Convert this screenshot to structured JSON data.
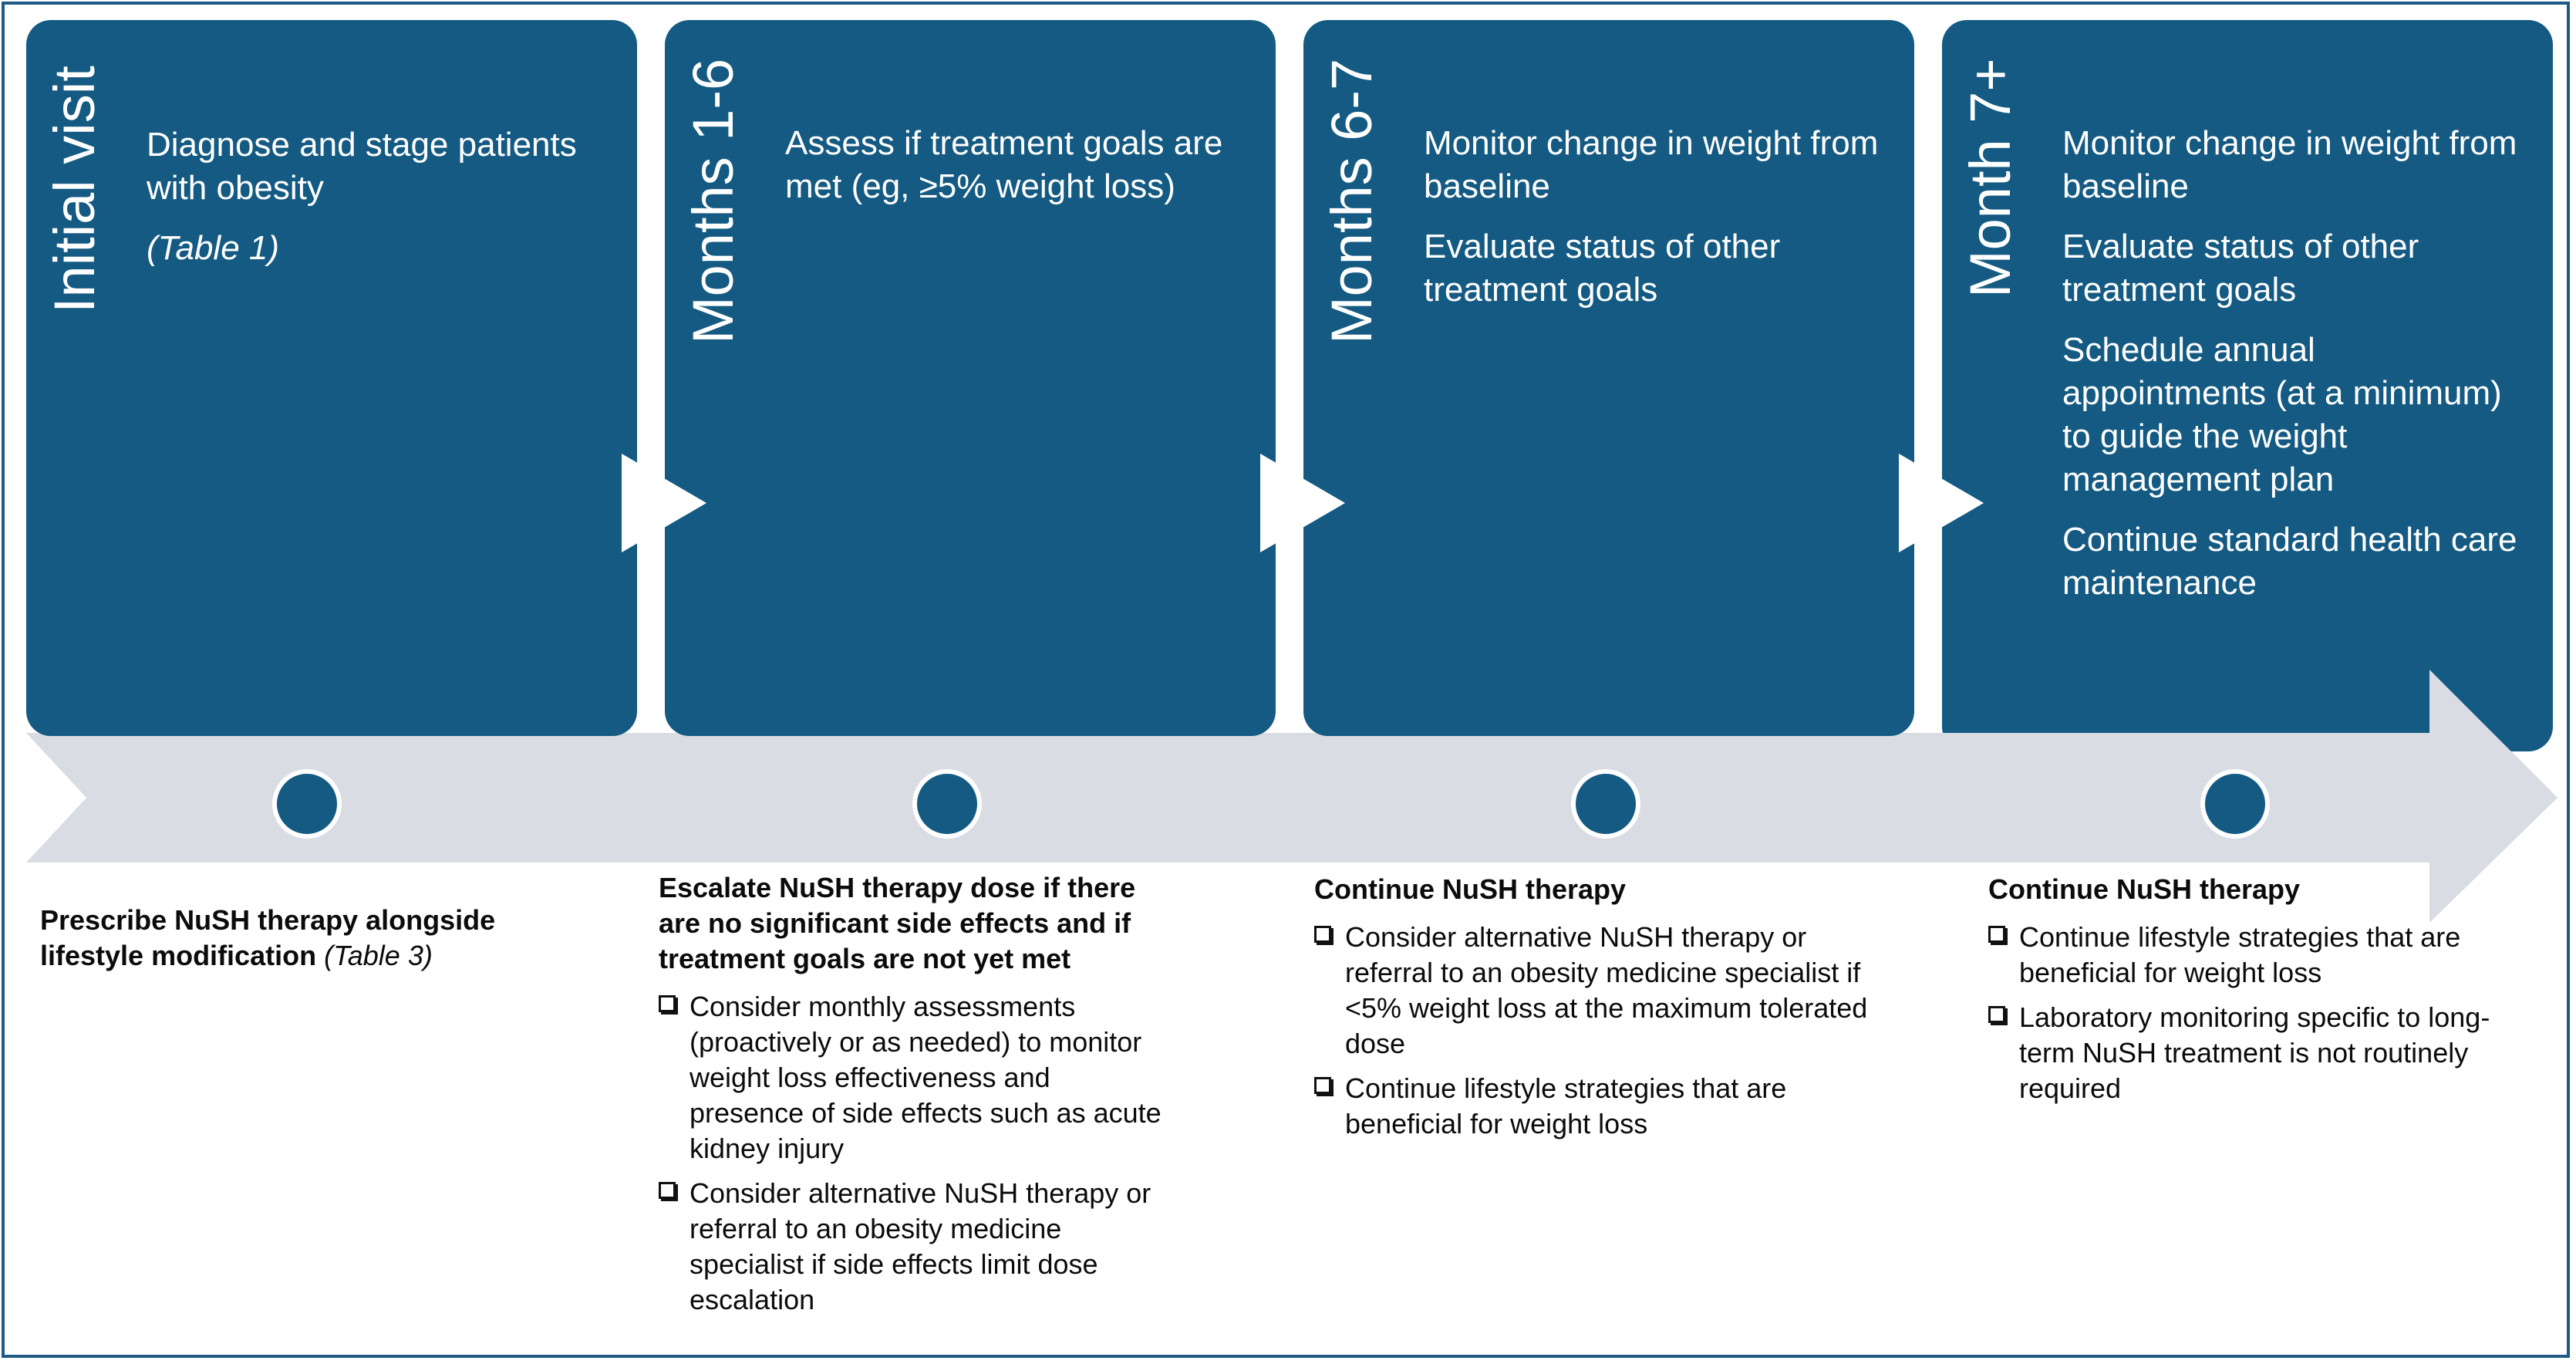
{
  "phases": [
    {
      "heading": "Initial visit",
      "lines": [
        "Diagnose and stage patients with obesity"
      ],
      "ref": "(Table 1)",
      "bottom": {
        "head": "Prescribe NuSH therapy alongside lifestyle modification",
        "head_ref": "(Table 3)",
        "items": []
      }
    },
    {
      "heading": "Months 1-6",
      "lines": [
        "Assess if treatment goals are met (eg, ≥5% weight loss)"
      ],
      "ref": "",
      "bottom": {
        "head": "Escalate NuSH therapy dose if there are no significant side effects and if treatment goals are not yet met",
        "head_ref": "",
        "items": [
          "Consider monthly assessments (proactively or as needed) to monitor weight loss effectiveness and presence of side effects such as acute kidney injury",
          "Consider alternative NuSH therapy or referral to an obesity medicine specialist if side effects limit dose escalation"
        ]
      }
    },
    {
      "heading": "Months 6-7",
      "lines": [
        "Monitor change in weight from baseline",
        "Evaluate status of other treatment goals"
      ],
      "ref": "",
      "bottom": {
        "head": "Continue NuSH therapy",
        "head_ref": "",
        "items": [
          "Consider alternative NuSH therapy or referral to an obesity medicine specialist if <5% weight loss at the maximum tolerated dose",
          "Continue lifestyle strategies that are beneficial for weight loss"
        ]
      }
    },
    {
      "heading": "Month 7+",
      "lines": [
        "Monitor change in weight from baseline",
        "Evaluate status of other treatment goals",
        "Schedule annual appointments (at a minimum) to guide the weight management plan",
        "Continue standard health care maintenance"
      ],
      "ref": "",
      "bottom": {
        "head": "Continue NuSH therapy",
        "head_ref": "",
        "items": [
          "Continue lifestyle strategies that are beneficial for weight loss",
          "Laboratory monitoring specific to long-term NuSH treatment is not routinely required"
        ]
      }
    }
  ],
  "colors": {
    "panel": "#145a82",
    "timeline": "#d9dce3",
    "dot": "#145a82",
    "border": "#1f5a86"
  }
}
